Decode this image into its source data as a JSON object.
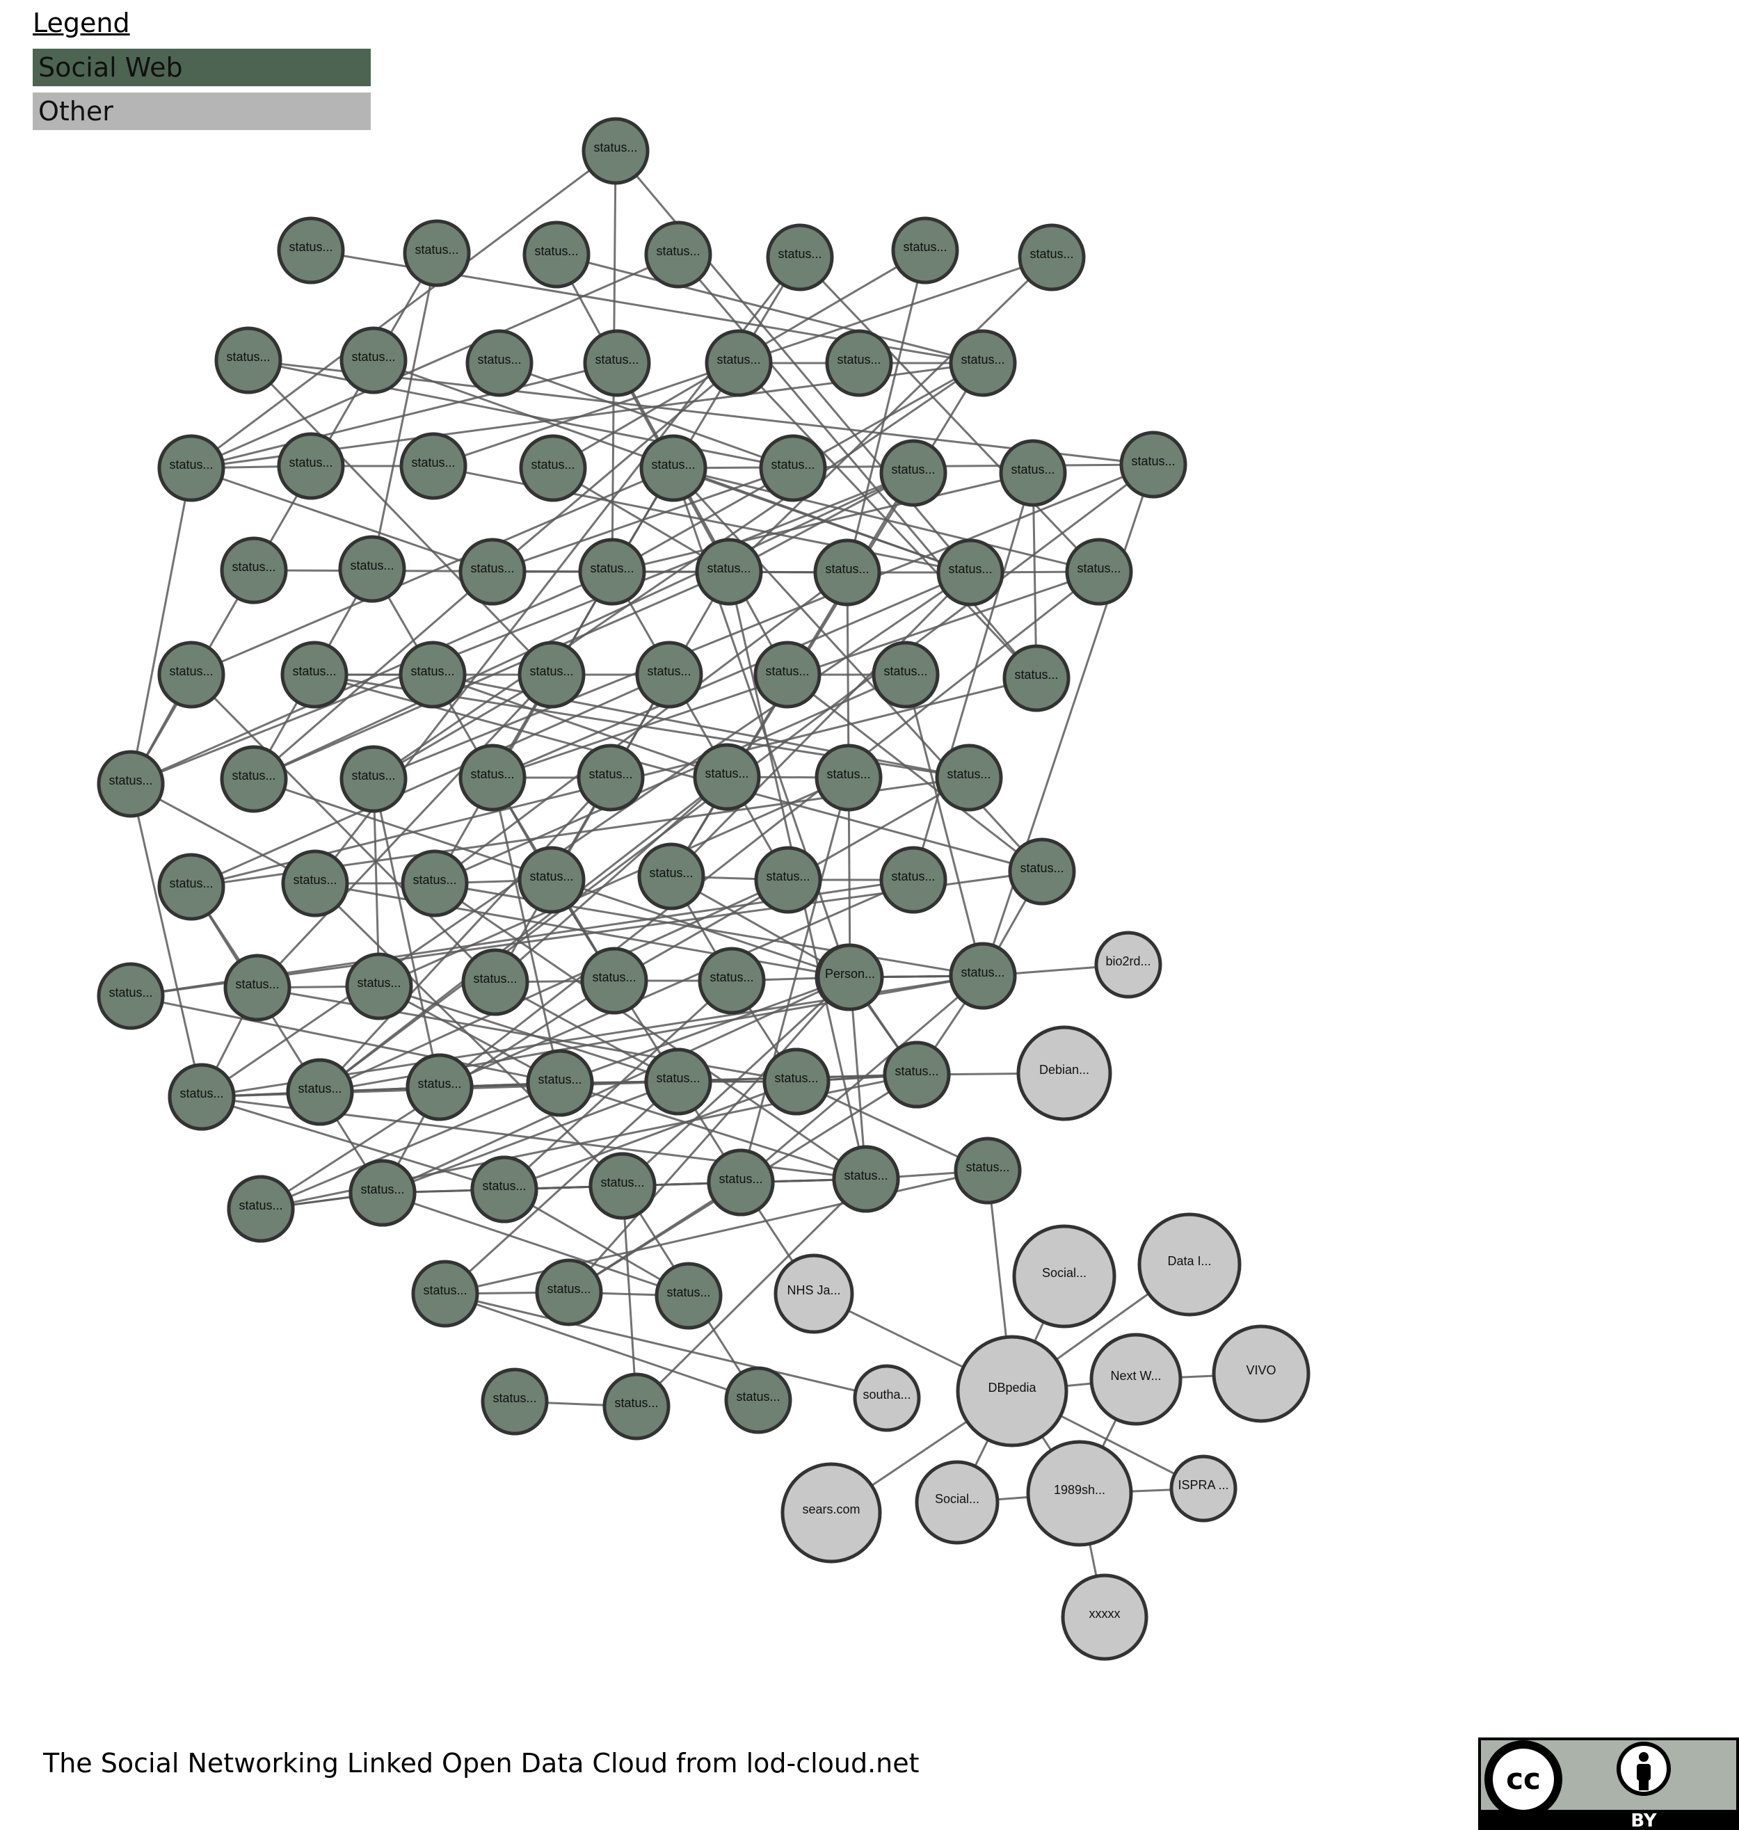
{
  "legend": {
    "title": "Legend",
    "items": [
      {
        "label": "Social Web",
        "color": "#4e6453"
      },
      {
        "label": "Other",
        "color": "#b5b5b5"
      }
    ]
  },
  "colors": {
    "social_node": "#6e8172",
    "other_node": "#c8c8c8",
    "node_stroke": "#333333",
    "edge": "#5a5a5a"
  },
  "nodes": [
    {
      "id": 0,
      "label": "status...",
      "group": "social"
    },
    {
      "id": 1,
      "label": "status...",
      "group": "social"
    },
    {
      "id": 2,
      "label": "status...",
      "group": "social"
    },
    {
      "id": 3,
      "label": "status...",
      "group": "social"
    },
    {
      "id": 4,
      "label": "status...",
      "group": "social"
    },
    {
      "id": 5,
      "label": "status...",
      "group": "social"
    },
    {
      "id": 6,
      "label": "status...",
      "group": "social"
    },
    {
      "id": 7,
      "label": "status...",
      "group": "social"
    },
    {
      "id": 8,
      "label": "status...",
      "group": "social"
    },
    {
      "id": 9,
      "label": "status...",
      "group": "social"
    },
    {
      "id": 10,
      "label": "status...",
      "group": "social"
    },
    {
      "id": 11,
      "label": "status...",
      "group": "social"
    },
    {
      "id": 12,
      "label": "status...",
      "group": "social"
    },
    {
      "id": 13,
      "label": "status...",
      "group": "social"
    },
    {
      "id": 14,
      "label": "status...",
      "group": "social"
    },
    {
      "id": 15,
      "label": "status...",
      "group": "social"
    },
    {
      "id": 16,
      "label": "status...",
      "group": "social"
    },
    {
      "id": 17,
      "label": "status...",
      "group": "social"
    },
    {
      "id": 18,
      "label": "status...",
      "group": "social"
    },
    {
      "id": 19,
      "label": "status...",
      "group": "social"
    },
    {
      "id": 20,
      "label": "status...",
      "group": "social"
    },
    {
      "id": 21,
      "label": "status...",
      "group": "social"
    },
    {
      "id": 22,
      "label": "status...",
      "group": "social"
    },
    {
      "id": 23,
      "label": "status...",
      "group": "social"
    },
    {
      "id": 24,
      "label": "status...",
      "group": "social"
    },
    {
      "id": 25,
      "label": "status...",
      "group": "social"
    },
    {
      "id": 26,
      "label": "status...",
      "group": "social"
    },
    {
      "id": 27,
      "label": "status...",
      "group": "social"
    },
    {
      "id": 28,
      "label": "status...",
      "group": "social"
    },
    {
      "id": 29,
      "label": "status...",
      "group": "social"
    },
    {
      "id": 30,
      "label": "status...",
      "group": "social"
    },
    {
      "id": 31,
      "label": "status...",
      "group": "social"
    },
    {
      "id": 32,
      "label": "status...",
      "group": "social"
    },
    {
      "id": 33,
      "label": "status...",
      "group": "social"
    },
    {
      "id": 34,
      "label": "status...",
      "group": "social"
    },
    {
      "id": 35,
      "label": "status...",
      "group": "social"
    },
    {
      "id": 36,
      "label": "status...",
      "group": "social"
    },
    {
      "id": 37,
      "label": "status...",
      "group": "social"
    },
    {
      "id": 38,
      "label": "status...",
      "group": "social"
    },
    {
      "id": 39,
      "label": "status...",
      "group": "social"
    },
    {
      "id": 40,
      "label": "status...",
      "group": "social"
    },
    {
      "id": 41,
      "label": "status...",
      "group": "social"
    },
    {
      "id": 42,
      "label": "status...",
      "group": "social"
    },
    {
      "id": 43,
      "label": "status...",
      "group": "social"
    },
    {
      "id": 44,
      "label": "status...",
      "group": "social"
    },
    {
      "id": 45,
      "label": "status...",
      "group": "social"
    },
    {
      "id": 46,
      "label": "status...",
      "group": "social"
    },
    {
      "id": 47,
      "label": "status...",
      "group": "social"
    },
    {
      "id": 48,
      "label": "status...",
      "group": "social"
    },
    {
      "id": 49,
      "label": "status...",
      "group": "social"
    },
    {
      "id": 50,
      "label": "status...",
      "group": "social"
    },
    {
      "id": 51,
      "label": "status...",
      "group": "social"
    },
    {
      "id": 52,
      "label": "status...",
      "group": "social"
    },
    {
      "id": 53,
      "label": "status...",
      "group": "social"
    },
    {
      "id": 54,
      "label": "status...",
      "group": "social"
    },
    {
      "id": 55,
      "label": "status...",
      "group": "social"
    },
    {
      "id": 56,
      "label": "status...",
      "group": "social"
    },
    {
      "id": 57,
      "label": "status...",
      "group": "social"
    },
    {
      "id": 58,
      "label": "status...",
      "group": "social"
    },
    {
      "id": 59,
      "label": "status...",
      "group": "social"
    },
    {
      "id": 60,
      "label": "status...",
      "group": "social"
    },
    {
      "id": 61,
      "label": "status...",
      "group": "social"
    },
    {
      "id": 62,
      "label": "status...",
      "group": "social"
    },
    {
      "id": 63,
      "label": "status...",
      "group": "social"
    },
    {
      "id": 64,
      "label": "status...",
      "group": "social"
    },
    {
      "id": 65,
      "label": "status...",
      "group": "social"
    },
    {
      "id": 66,
      "label": "status...",
      "group": "social"
    },
    {
      "id": 67,
      "label": "status...",
      "group": "social"
    },
    {
      "id": 68,
      "label": "status...",
      "group": "social"
    },
    {
      "id": 69,
      "label": "status...",
      "group": "social"
    },
    {
      "id": 70,
      "label": "status...",
      "group": "social"
    },
    {
      "id": 71,
      "label": "status...",
      "group": "social"
    },
    {
      "id": 72,
      "label": "status...",
      "group": "social"
    },
    {
      "id": 73,
      "label": "status...",
      "group": "social"
    },
    {
      "id": 74,
      "label": "status...",
      "group": "social"
    },
    {
      "id": 75,
      "label": "status...",
      "group": "social"
    },
    {
      "id": 76,
      "label": "status...",
      "group": "social"
    },
    {
      "id": 77,
      "label": "Person...",
      "group": "social"
    },
    {
      "id": 78,
      "label": "status...",
      "group": "social"
    },
    {
      "id": 79,
      "label": "bio2rd...",
      "group": "other"
    },
    {
      "id": 80,
      "label": "status...",
      "group": "social"
    },
    {
      "id": 81,
      "label": "status...",
      "group": "social"
    },
    {
      "id": 82,
      "label": "status...",
      "group": "social"
    },
    {
      "id": 83,
      "label": "status...",
      "group": "social"
    },
    {
      "id": 84,
      "label": "status...",
      "group": "social"
    },
    {
      "id": 85,
      "label": "status...",
      "group": "social"
    },
    {
      "id": 86,
      "label": "status...",
      "group": "social"
    },
    {
      "id": 87,
      "label": "Debian...",
      "group": "other"
    },
    {
      "id": 88,
      "label": "status...",
      "group": "social"
    },
    {
      "id": 89,
      "label": "status...",
      "group": "social"
    },
    {
      "id": 90,
      "label": "status...",
      "group": "social"
    },
    {
      "id": 91,
      "label": "status...",
      "group": "social"
    },
    {
      "id": 92,
      "label": "status...",
      "group": "social"
    },
    {
      "id": 93,
      "label": "status...",
      "group": "social"
    },
    {
      "id": 94,
      "label": "status...",
      "group": "social"
    },
    {
      "id": 95,
      "label": "status...",
      "group": "social"
    },
    {
      "id": 96,
      "label": "status...",
      "group": "social"
    },
    {
      "id": 97,
      "label": "NHS Ja...",
      "group": "other"
    },
    {
      "id": 98,
      "label": "status...",
      "group": "social"
    },
    {
      "id": 99,
      "label": "Social...",
      "group": "other"
    },
    {
      "id": 100,
      "label": "Data I...",
      "group": "other"
    },
    {
      "id": 101,
      "label": "status...",
      "group": "social"
    },
    {
      "id": 102,
      "label": "status...",
      "group": "social"
    },
    {
      "id": 103,
      "label": "status...",
      "group": "social"
    },
    {
      "id": 104,
      "label": "southa...",
      "group": "other"
    },
    {
      "id": 105,
      "label": "DBpedia",
      "group": "other"
    },
    {
      "id": 106,
      "label": "Next W...",
      "group": "other"
    },
    {
      "id": 107,
      "label": "VIVO",
      "group": "other"
    },
    {
      "id": 108,
      "label": "sears.com",
      "group": "other"
    },
    {
      "id": 109,
      "label": "Social...",
      "group": "other"
    },
    {
      "id": 110,
      "label": "1989sh...",
      "group": "other"
    },
    {
      "id": 111,
      "label": "ISPRA ...",
      "group": "other"
    },
    {
      "id": 112,
      "label": "xxxxx",
      "group": "other"
    }
  ],
  "edges": [
    [
      0,
      27
    ],
    [
      0,
      15
    ],
    [
      0,
      30
    ],
    [
      1,
      14
    ],
    [
      2,
      25
    ],
    [
      2,
      40
    ],
    [
      3,
      14
    ],
    [
      3,
      28
    ],
    [
      4,
      39
    ],
    [
      4,
      15
    ],
    [
      5,
      27
    ],
    [
      5,
      31
    ],
    [
      5,
      49
    ],
    [
      6,
      29
    ],
    [
      6,
      18
    ],
    [
      7,
      28
    ],
    [
      7,
      17
    ],
    [
      8,
      23
    ],
    [
      8,
      35
    ],
    [
      9,
      30
    ],
    [
      10,
      20
    ],
    [
      11,
      15
    ],
    [
      11,
      37
    ],
    [
      12,
      13
    ],
    [
      12,
      26
    ],
    [
      12,
      39
    ],
    [
      13,
      14
    ],
    [
      14,
      15
    ],
    [
      14,
      27
    ],
    [
      14,
      42
    ],
    [
      14,
      52
    ],
    [
      15,
      16
    ],
    [
      15,
      26
    ],
    [
      15,
      40
    ],
    [
      16,
      17
    ],
    [
      17,
      30
    ],
    [
      18,
      28
    ],
    [
      19,
      31
    ],
    [
      19,
      23
    ],
    [
      19,
      30
    ],
    [
      19,
      32
    ],
    [
      19,
      43
    ],
    [
      19,
      55
    ],
    [
      19,
      62
    ],
    [
      20,
      26
    ],
    [
      21,
      28
    ],
    [
      21,
      40
    ],
    [
      21,
      41
    ],
    [
      21,
      52
    ],
    [
      22,
      27
    ],
    [
      22,
      39
    ],
    [
      22,
      54
    ],
    [
      23,
      42
    ],
    [
      23,
      63
    ],
    [
      23,
      65
    ],
    [
      24,
      29
    ],
    [
      25,
      41
    ],
    [
      25,
      51
    ],
    [
      26,
      27
    ],
    [
      26,
      41
    ],
    [
      27,
      28
    ],
    [
      27,
      40
    ],
    [
      27,
      50
    ],
    [
      27,
      53
    ],
    [
      28,
      29
    ],
    [
      28,
      41
    ],
    [
      28,
      51
    ],
    [
      28,
      76
    ],
    [
      29,
      30
    ],
    [
      29,
      50
    ],
    [
      29,
      77
    ],
    [
      30,
      31
    ],
    [
      30,
      43
    ],
    [
      30,
      52
    ],
    [
      30,
      64
    ],
    [
      31,
      43
    ],
    [
      31,
      66
    ],
    [
      32,
      40
    ],
    [
      32,
      59
    ],
    [
      33,
      34
    ],
    [
      33,
      47
    ],
    [
      33,
      55
    ],
    [
      34,
      45
    ],
    [
      34,
      47
    ],
    [
      35,
      42
    ],
    [
      35,
      57
    ],
    [
      36,
      48
    ],
    [
      36,
      59
    ],
    [
      37,
      38
    ],
    [
      37,
      55
    ],
    [
      38,
      50
    ],
    [
      38,
      63
    ],
    [
      39,
      48
    ],
    [
      40,
      49
    ],
    [
      40,
      64
    ],
    [
      41,
      62
    ],
    [
      42,
      58
    ],
    [
      42,
      66
    ],
    [
      43,
      44
    ],
    [
      43,
      60
    ],
    [
      43,
      67
    ],
    [
      44,
      65
    ],
    [
      45,
      46
    ],
    [
      45,
      59
    ],
    [
      45,
      81
    ],
    [
      46,
      58
    ],
    [
      46,
      75
    ],
    [
      47,
      48
    ],
    [
      47,
      60
    ],
    [
      48,
      57
    ],
    [
      48,
      72
    ],
    [
      49,
      50
    ],
    [
      49,
      62
    ],
    [
      49,
      74
    ],
    [
      50,
      51
    ],
    [
      50,
      63
    ],
    [
      50,
      76
    ],
    [
      51,
      60
    ],
    [
      51,
      75
    ],
    [
      52,
      53
    ],
    [
      52,
      61
    ],
    [
      52,
      77
    ],
    [
      53,
      54
    ],
    [
      53,
      65
    ],
    [
      54,
      56
    ],
    [
      54,
      66
    ],
    [
      55,
      56
    ],
    [
      55,
      78
    ],
    [
      56,
      67
    ],
    [
      57,
      58
    ],
    [
      57,
      69
    ],
    [
      57,
      80
    ],
    [
      58,
      68
    ],
    [
      58,
      83
    ],
    [
      59,
      60
    ],
    [
      59,
      84
    ],
    [
      60,
      61
    ],
    [
      60,
      71
    ],
    [
      61,
      62
    ],
    [
      61,
      73
    ],
    [
      61,
      85
    ],
    [
      62,
      63
    ],
    [
      62,
      74
    ],
    [
      62,
      86
    ],
    [
      63,
      64
    ],
    [
      63,
      75
    ],
    [
      63,
      77
    ],
    [
      64,
      65
    ],
    [
      64,
      76
    ],
    [
      65,
      66
    ],
    [
      65,
      78
    ],
    [
      66,
      67
    ],
    [
      66,
      86
    ],
    [
      67,
      77
    ],
    [
      68,
      69
    ],
    [
      68,
      80
    ],
    [
      69,
      70
    ],
    [
      70,
      71
    ],
    [
      70,
      82
    ],
    [
      71,
      72
    ],
    [
      71,
      83
    ],
    [
      72,
      73
    ],
    [
      72,
      84
    ],
    [
      73,
      74
    ],
    [
      73,
      85
    ],
    [
      74,
      75
    ],
    [
      74,
      90
    ],
    [
      75,
      76
    ],
    [
      75,
      91
    ],
    [
      76,
      77
    ],
    [
      76,
      92
    ],
    [
      77,
      78
    ],
    [
      77,
      86
    ],
    [
      77,
      89
    ],
    [
      78,
      79
    ],
    [
      78,
      86
    ],
    [
      80,
      81
    ],
    [
      80,
      90
    ],
    [
      81,
      82
    ],
    [
      82,
      83
    ],
    [
      82,
      89
    ],
    [
      83,
      84
    ],
    [
      83,
      93
    ],
    [
      84,
      85
    ],
    [
      84,
      95
    ],
    [
      85,
      86
    ],
    [
      85,
      94
    ],
    [
      86,
      87
    ],
    [
      86,
      96
    ],
    [
      88,
      89
    ],
    [
      89,
      90
    ],
    [
      89,
      98
    ],
    [
      90,
      91
    ],
    [
      90,
      98
    ],
    [
      91,
      92
    ],
    [
      91,
      102
    ],
    [
      92,
      93
    ],
    [
      92,
      96
    ],
    [
      93,
      94
    ],
    [
      93,
      102
    ],
    [
      94,
      95
    ],
    [
      95,
      96
    ],
    [
      95,
      103
    ],
    [
      96,
      98
    ],
    [
      97,
      105
    ],
    [
      97,
      75
    ],
    [
      99,
      105
    ],
    [
      100,
      105
    ],
    [
      101,
      102
    ],
    [
      103,
      91
    ],
    [
      104,
      95
    ],
    [
      105,
      106
    ],
    [
      105,
      108
    ],
    [
      105,
      109
    ],
    [
      105,
      110
    ],
    [
      105,
      111
    ],
    [
      106,
      107
    ],
    [
      106,
      110
    ],
    [
      110,
      111
    ],
    [
      110,
      112
    ],
    [
      109,
      110
    ],
    [
      105,
      94
    ],
    [
      62,
      96
    ],
    [
      20,
      8
    ],
    [
      36,
      33
    ]
  ],
  "caption": "The Social Networking Linked Open Data Cloud from lod-cloud.net",
  "license_badge": {
    "cc": "cc",
    "by": "BY"
  }
}
